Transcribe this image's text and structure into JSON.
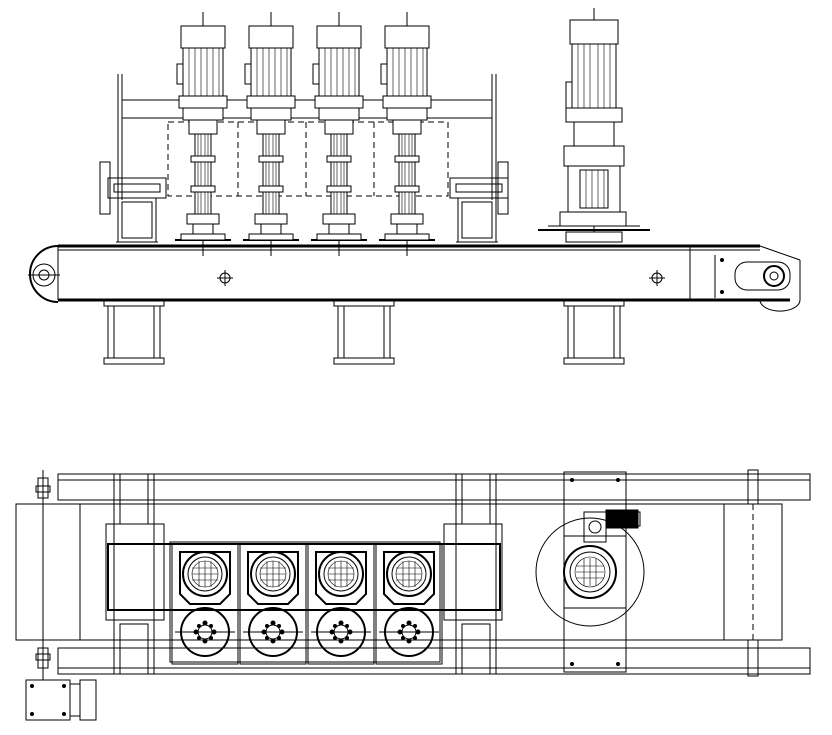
{
  "drawing": {
    "subject": "conveyor-with-vertical-motor-units",
    "views": [
      {
        "id": "side-elevation",
        "motor_units": 4,
        "extra_drive_units": 1,
        "support_legs": 3
      },
      {
        "id": "plan-view",
        "motor_units": 4,
        "extra_drive_units": 1
      }
    ],
    "colors": {
      "line": "#000000",
      "background": "#ffffff"
    }
  }
}
